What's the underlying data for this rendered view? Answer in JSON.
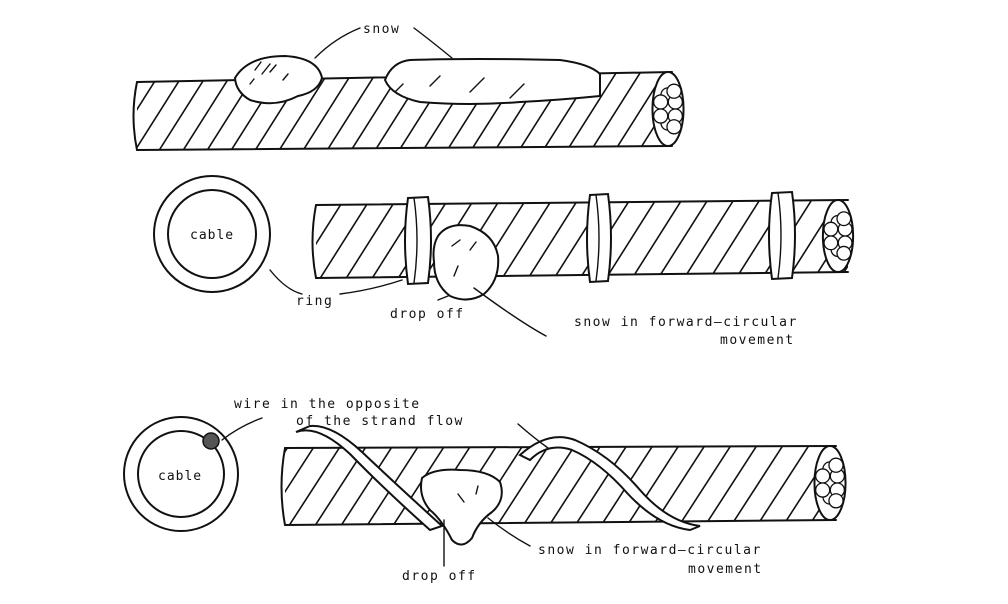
{
  "labels": {
    "snow": "snow",
    "cable_1": "cable",
    "ring": "ring",
    "drop_off_1": "drop off",
    "snow_forward_1_line1": "snow in forward—circular",
    "snow_forward_1_line2": "movement",
    "wire_line1": "wire in the opposite",
    "wire_line2": "of the strand flow",
    "cable_2": "cable",
    "snow_forward_2_line1": "snow in forward—circular",
    "snow_forward_2_line2": "movement",
    "drop_off_2": "drop off"
  },
  "colors": {
    "ink": "#111111",
    "background": "#ffffff",
    "wire_dot": "#555555"
  }
}
